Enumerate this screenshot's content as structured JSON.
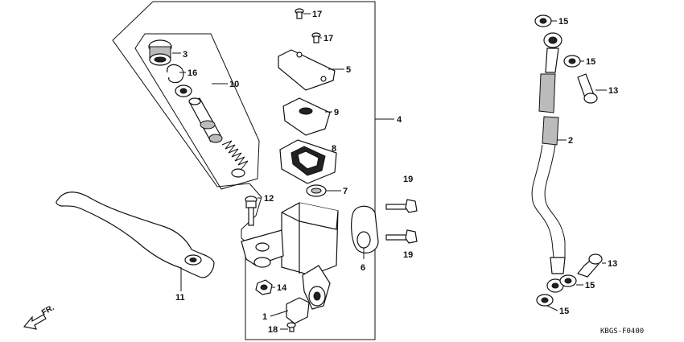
{
  "diagram": {
    "code": "KBGS-F0400",
    "direction_label": "FR.",
    "callouts": [
      {
        "id": "c17a",
        "text": "17"
      },
      {
        "id": "c17b",
        "text": "17"
      },
      {
        "id": "c3",
        "text": "3"
      },
      {
        "id": "c16",
        "text": "16"
      },
      {
        "id": "c10",
        "text": "10"
      },
      {
        "id": "c5",
        "text": "5"
      },
      {
        "id": "c9",
        "text": "9"
      },
      {
        "id": "c4",
        "text": "4"
      },
      {
        "id": "c8",
        "text": "8"
      },
      {
        "id": "c7",
        "text": "7"
      },
      {
        "id": "c19a",
        "text": "19"
      },
      {
        "id": "c19b",
        "text": "19"
      },
      {
        "id": "c12",
        "text": "12"
      },
      {
        "id": "c6",
        "text": "6"
      },
      {
        "id": "c14",
        "text": "14"
      },
      {
        "id": "c1",
        "text": "1"
      },
      {
        "id": "c18",
        "text": "18"
      },
      {
        "id": "c11",
        "text": "11"
      },
      {
        "id": "c15a",
        "text": "15"
      },
      {
        "id": "c15b",
        "text": "15"
      },
      {
        "id": "c13a",
        "text": "13"
      },
      {
        "id": "c2",
        "text": "2"
      },
      {
        "id": "c13b",
        "text": "13"
      },
      {
        "id": "c15c",
        "text": "15"
      },
      {
        "id": "c15d",
        "text": "15"
      }
    ]
  }
}
